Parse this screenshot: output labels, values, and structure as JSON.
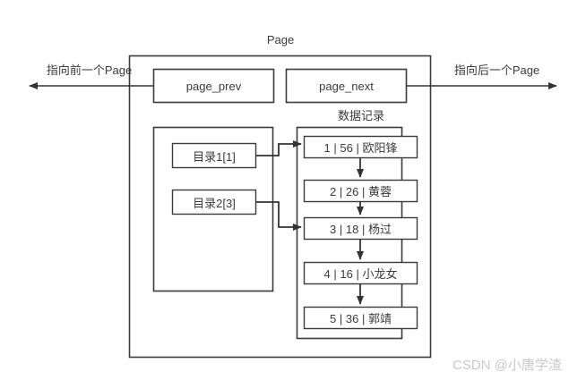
{
  "diagram": {
    "title": "Page",
    "left_arrow_caption": "指向前一个Page",
    "right_arrow_caption": "指向后一个Page",
    "records_title": "数据记录",
    "pointer_boxes": [
      {
        "label": "page_prev"
      },
      {
        "label": "page_next"
      }
    ],
    "directory_boxes": [
      {
        "label": "目录1[1]",
        "target_record": 1
      },
      {
        "label": "目录2[3]",
        "target_record": 3
      }
    ],
    "records": [
      {
        "label": "1 | 56 | 欧阳锋",
        "slot": 1,
        "key": 56,
        "name": "欧阳锋"
      },
      {
        "label": "2 | 26 | 黄蓉",
        "slot": 2,
        "key": 26,
        "name": "黄蓉"
      },
      {
        "label": "3 | 18 | 杨过",
        "slot": 3,
        "key": 18,
        "name": "杨过"
      },
      {
        "label": "4 | 16 | 小龙女",
        "slot": 4,
        "key": 16,
        "name": "小龙女"
      },
      {
        "label": "5 | 36 | 郭靖",
        "slot": 5,
        "key": 36,
        "name": "郭靖"
      }
    ],
    "watermark": "CSDN @小唐学渣",
    "colors": {
      "stroke": "#3a3a3a",
      "background": "#ffffff",
      "text": "#3a3a3a",
      "watermark": "#c9c9c9"
    }
  }
}
